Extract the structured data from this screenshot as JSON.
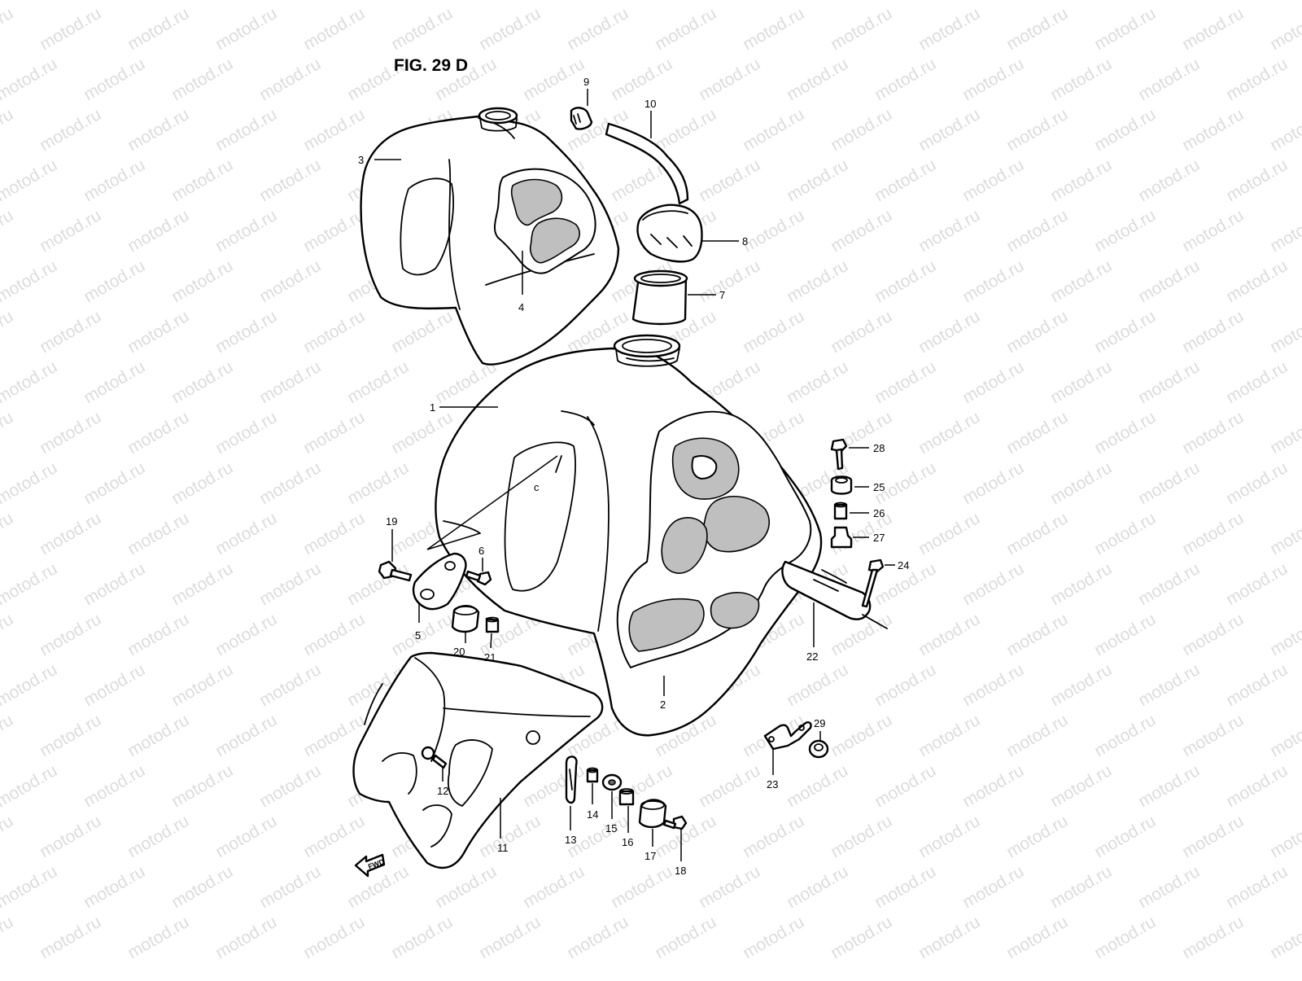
{
  "figure_title": "FIG. 29 D",
  "watermark": "motod.ru",
  "fwd_label": "FWD",
  "part_numbers": {
    "p1": "1",
    "p2": "2",
    "p3": "3",
    "p4": "4",
    "p5": "5",
    "p6": "6",
    "p7": "7",
    "p8": "8",
    "p9": "9",
    "p10": "10",
    "p11": "11",
    "p12": "12",
    "p13": "13",
    "p14": "14",
    "p15": "15",
    "p16": "16",
    "p17": "17",
    "p18": "18",
    "p19": "19",
    "p20": "20",
    "p21": "21",
    "p22": "22",
    "p23": "23",
    "p24": "24",
    "p25": "25",
    "p26": "26",
    "p27": "27",
    "p28": "28",
    "p29": "29"
  },
  "detail_mark": "c"
}
